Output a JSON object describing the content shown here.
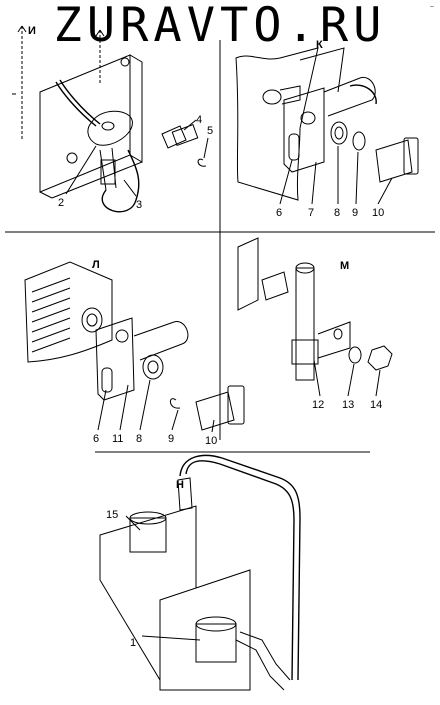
{
  "watermark": "ZURAVTO.RU",
  "corner_mark": "~",
  "views": {
    "i": "И",
    "k": "К",
    "l": "Л",
    "m": "М",
    "n": "Н"
  },
  "callouts": {
    "c1": "1",
    "c2": "2",
    "c3": "3",
    "c4": "4",
    "c5": "5",
    "c6a": "6",
    "c7": "7",
    "c8a": "8",
    "c9a": "9",
    "c10a": "10",
    "c6b": "6",
    "c11": "11",
    "c8b": "8",
    "c9b": "9",
    "c10b": "10",
    "c12": "12",
    "c13": "13",
    "c14": "14",
    "c15": "15"
  }
}
